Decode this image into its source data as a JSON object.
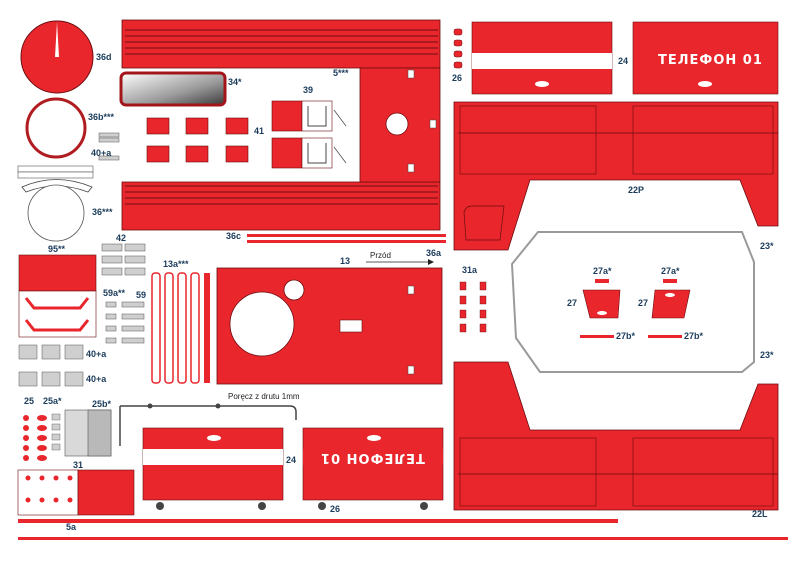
{
  "colors": {
    "paper": "#ffffff",
    "part_red": "#e8262b",
    "dark_red": "#a3151a",
    "outline": "#6b0d10",
    "label": "#1a3b5a",
    "grey": "#9a9a9a"
  },
  "labels": {
    "p36d": "36d",
    "p34": "34*",
    "p5": "5***",
    "p36b": "36b***",
    "p39": "39",
    "p41": "41",
    "p40a_top": "40+a",
    "p36": "36***",
    "p36c": "36c",
    "p36a": "36a",
    "p42": "42",
    "p95": "95**",
    "p13a": "13a***",
    "p13": "13",
    "przod": "Przód",
    "p59a": "59a**",
    "p59": "59",
    "p40a_mid": "40+a",
    "p40a_low": "40+a",
    "p25": "25",
    "p25a": "25a*",
    "p25b": "25b*",
    "porecz": "Poręcz z drutu 1mm",
    "p31": "31",
    "p5a": "5a",
    "p24_bottom": "24",
    "p26_bottom": "26",
    "p26_top": "26",
    "p24_top": "24",
    "p22p": "22P",
    "p23_top": "23*",
    "p31a": "31a",
    "p27a_left": "27a*",
    "p27a_right": "27a*",
    "p27_left": "27",
    "p27_right": "27",
    "p27b_left": "27b*",
    "p27b_right": "27b*",
    "p23_bottom": "23*",
    "p22l": "22L"
  },
  "phone_text": {
    "top_panel": "ТЕЛЕФОН 01",
    "bottom_panel": "ТЕЛЕФОН 01"
  }
}
